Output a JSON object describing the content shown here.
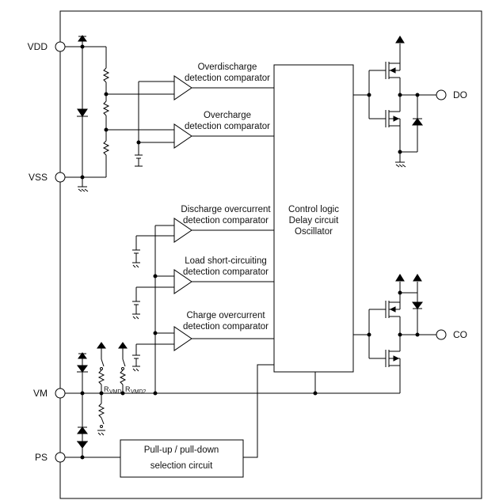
{
  "pins": {
    "vdd": "VDD",
    "vss": "VSS",
    "vm": "VM",
    "ps": "PS",
    "do": "DO",
    "co": "CO"
  },
  "comparators": {
    "overdischarge": [
      "Overdischarge",
      "detection comparator"
    ],
    "overcharge": [
      "Overcharge",
      "detection comparator"
    ],
    "discharge_overcurrent": [
      "Discharge overcurrent",
      "detection comparator"
    ],
    "load_short": [
      "Load short-circuiting",
      "detection comparator"
    ],
    "charge_overcurrent": [
      "Charge overcurrent",
      "detection comparator"
    ]
  },
  "control_block": [
    "Control logic",
    "Delay circuit",
    "Oscillator"
  ],
  "pullup_block": [
    "Pull-up / pull-down",
    "selection circuit"
  ],
  "resistors": {
    "rvmd": {
      "main": "R",
      "sub": "VMD"
    },
    "rvmd2": {
      "main": "R",
      "sub": "VMD2"
    }
  }
}
